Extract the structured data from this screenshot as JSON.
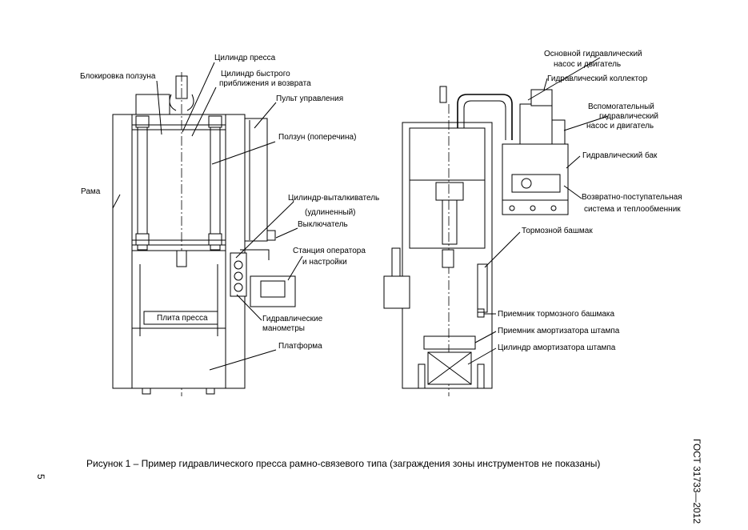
{
  "figure": {
    "caption": "Рисунок 1 – Пример гидравлического пресса рамно-связевого типа (заграждения зоны инструментов не показаны)",
    "standard": "ГОСТ 31733—2012",
    "page_number": "5"
  },
  "left_view": {
    "labels": {
      "press_cylinder": "Цилиндр пресса",
      "slide_lock": "Блокировка ползуна",
      "fast_cyl_1": "Цилиндр быстрого",
      "fast_cyl_2": "приближения и возврата",
      "control_panel": "Пульт управления",
      "frame": "Рама",
      "slide": "Ползун (поперечина)",
      "ejector_1": "Цилиндр-выталкиватель",
      "ejector_2": "(удлиненный)",
      "switch": "Выключатель",
      "station_1": "Станция оператора",
      "station_2": "и настройки",
      "press_plate": "Плита пресса",
      "gauges_1": "Гидравлические",
      "gauges_2": "манометры",
      "platform": "Платформа"
    }
  },
  "right_view": {
    "labels": {
      "main_pump_1": "Основной гидравлический",
      "main_pump_2": "насос и двигатель",
      "manifold": "Гидравлический коллектор",
      "aux_pump_1": "Вспомогательный",
      "aux_pump_2": "гидравлический",
      "aux_pump_3": "насос и двигатель",
      "tank": "Гидравлический бак",
      "recip_1": "Возвратно-поступательная",
      "recip_2": "система и теплообменник",
      "brake_shoe": "Тормозной башмак",
      "brake_receiver": "Приемник тормозного башмака",
      "die_cushion_receiver": "Приемник амортизатора штампа",
      "die_cushion_cylinder": "Цилиндр амортизатора штампа"
    }
  }
}
